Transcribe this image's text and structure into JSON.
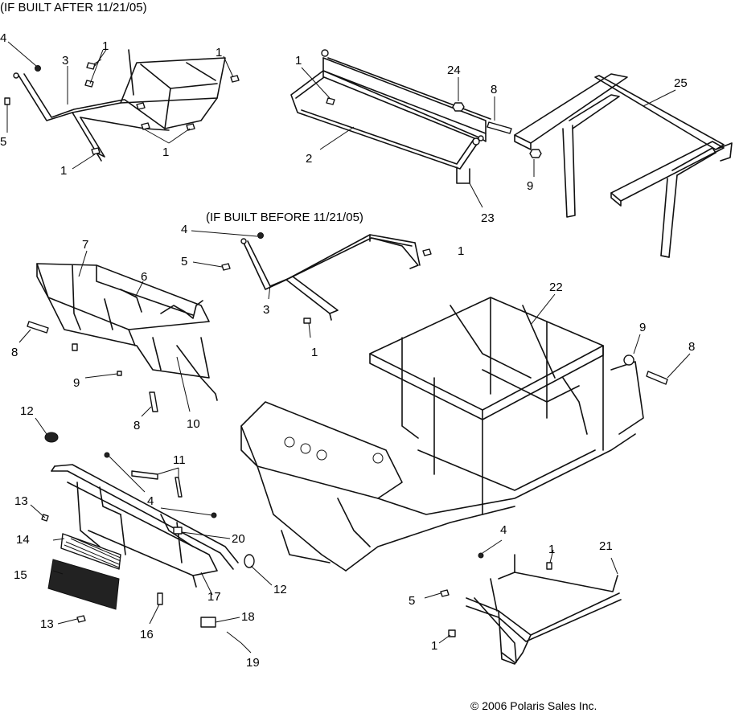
{
  "headers": {
    "after": "(IF BUILT AFTER 11/21/05)",
    "before": "(IF BUILT BEFORE 11/21/05)"
  },
  "copyright": "© 2006 Polaris Sales Inc.",
  "callouts": {
    "c4a": "4",
    "c3a": "3",
    "c1a": "1",
    "c5a": "5",
    "c1b": "1",
    "c1c": "1",
    "c1d": "1",
    "c1e": "1",
    "c2": "2",
    "c24": "24",
    "c8a": "8",
    "c25": "25",
    "c9a": "9",
    "c23": "23",
    "c4b": "4",
    "c5b": "5",
    "c1f": "1",
    "c3b": "3",
    "c1g": "1",
    "c7": "7",
    "c6": "6",
    "c8b": "8",
    "c9b": "9",
    "c8c": "8",
    "c10": "10",
    "c22": "22",
    "c9c": "9",
    "c8d": "8",
    "c12a": "12",
    "c11": "11",
    "c4c": "4",
    "c13a": "13",
    "c14": "14",
    "c20": "20",
    "c15": "15",
    "c17": "17",
    "c12b": "12",
    "c13b": "13",
    "c16": "16",
    "c18": "18",
    "c19": "19",
    "c4d": "4",
    "c1h": "1",
    "c21": "21",
    "c5c": "5",
    "c1i": "1"
  }
}
